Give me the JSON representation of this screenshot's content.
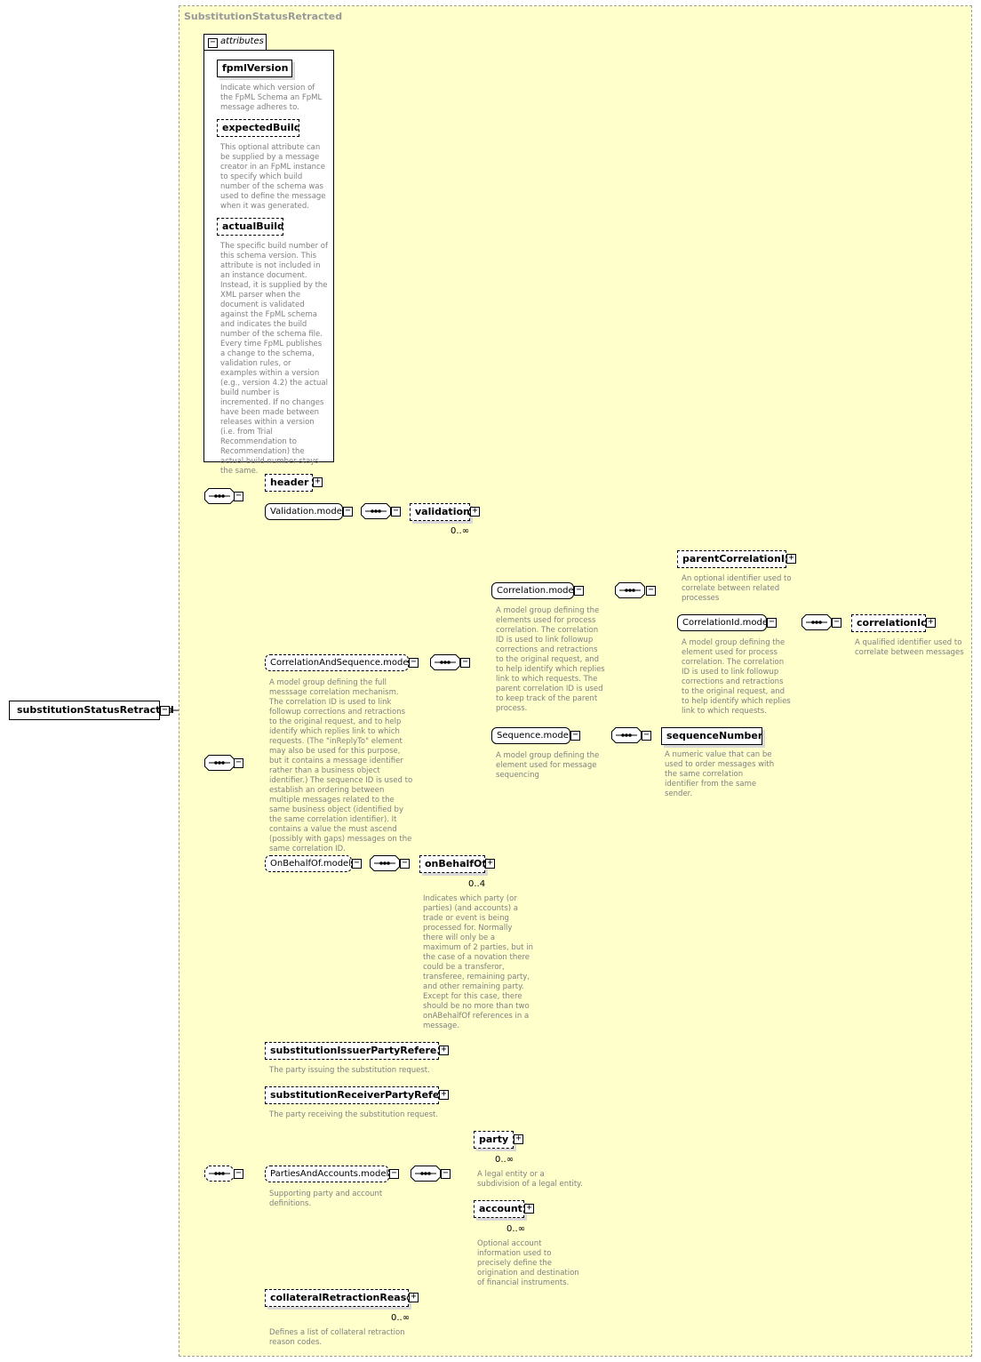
{
  "root": {
    "label": "substitutionStatusRetracted"
  },
  "panel": {
    "title": "SubstitutionStatusRetracted"
  },
  "attributes": {
    "tab_label": "attributes",
    "items": [
      {
        "name": "fpmlVersion",
        "desc": "Indicate which version of the FpML Schema an FpML message adheres to."
      },
      {
        "name": "expectedBuild",
        "desc": "This optional attribute can be supplied by a message creator in an FpML instance to specify which build number of the schema was used to define the message when it was generated."
      },
      {
        "name": "actualBuild",
        "desc": "The specific build number of this schema version. This attribute is not included in an instance document. Instead, it is supplied by the XML parser when the document is validated against the FpML schema and indicates the build number of the schema file. Every time FpML publishes a change to the schema, validation rules, or examples within a version (e.g., version 4.2) the actual build number is incremented. If no changes have been made between releases within a version (i.e. from Trial Recommendation to Recommendation) the actual build number stays the same."
      }
    ]
  },
  "nodes": {
    "header": {
      "label": "header"
    },
    "validation_model": {
      "label": "Validation.model"
    },
    "validation": {
      "label": "validation",
      "card": "0..∞"
    },
    "correlation_and_sequence_model": {
      "label": "CorrelationAndSequence.model",
      "desc": "A model group defining the full messsage correlation mechanism. The correlation ID is used to link followup corrections and retractions to the original request, and to help identify which replies link to which requests. (The \"inReplyTo\" element may also be used for this purpose, but it contains a message identifier rather than a business object identifier.) The sequence ID is used to establish an ordering between multiple messages related to the same business object (identified by the same correlation identifier). It contains a value the must ascend (possibly with gaps) messages on the same correlation ID."
    },
    "correlation_model": {
      "label": "Correlation.model",
      "desc": "A model group defining the elements used for process correlation. The correlation ID is used to link followup corrections and retractions to the original request, and to help identify which replies link to which requests. The parent correlation ID is used to keep track of the parent process."
    },
    "parent_correlation_id": {
      "label": "parentCorrelationId",
      "desc": "An optional identifier used to correlate between related processes"
    },
    "correlation_id_model": {
      "label": "CorrelationId.model",
      "desc": "A model group defining the element used for process correlation. The correlation ID is used to link followup corrections and retractions to the original request, and to help identify which replies link to which requests."
    },
    "correlation_id": {
      "label": "correlationId",
      "desc": "A qualified identifier used to correlate between messages"
    },
    "sequence_model": {
      "label": "Sequence.model",
      "desc": "A model group defining the element used for message sequencing"
    },
    "sequence_number": {
      "label": "sequenceNumber",
      "desc": "A numeric value that can be used to order messages with the same correlation identifier from the same sender."
    },
    "on_behalf_of_model": {
      "label": "OnBehalfOf.model"
    },
    "on_behalf_of": {
      "label": "onBehalfOf",
      "card": "0..4",
      "desc": "Indicates which party (or parties) (and accounts) a trade or event is being processed for. Normally there will only be a maximum of 2 parties, but in the case of a novation there could be a transferor, transferee, remaining party, and other remaining party. Except for this case, there should be no more than two onABehalfOf references in a message."
    },
    "substitution_issuer": {
      "label": "substitutionIssuerPartyRefere...",
      "desc": "The party issuing the substitution request."
    },
    "substitution_receiver": {
      "label": "substitutionReceiverPartyRefe...",
      "desc": "The party receiving the substitution request."
    },
    "parties_and_accounts_model": {
      "label": "PartiesAndAccounts.model",
      "desc": "Supporting party and account definitions."
    },
    "party": {
      "label": "party",
      "card": "0..∞",
      "desc": "A legal entity or a subdivision of a legal entity."
    },
    "account": {
      "label": "account",
      "card": "0..∞",
      "desc": "Optional account information used to precisely define the origination and destination of financial instruments."
    },
    "collateral_retraction_reason": {
      "label": "collateralRetractionReason",
      "card": "0..∞",
      "desc": "Defines a list of collateral retraction reason codes."
    }
  }
}
